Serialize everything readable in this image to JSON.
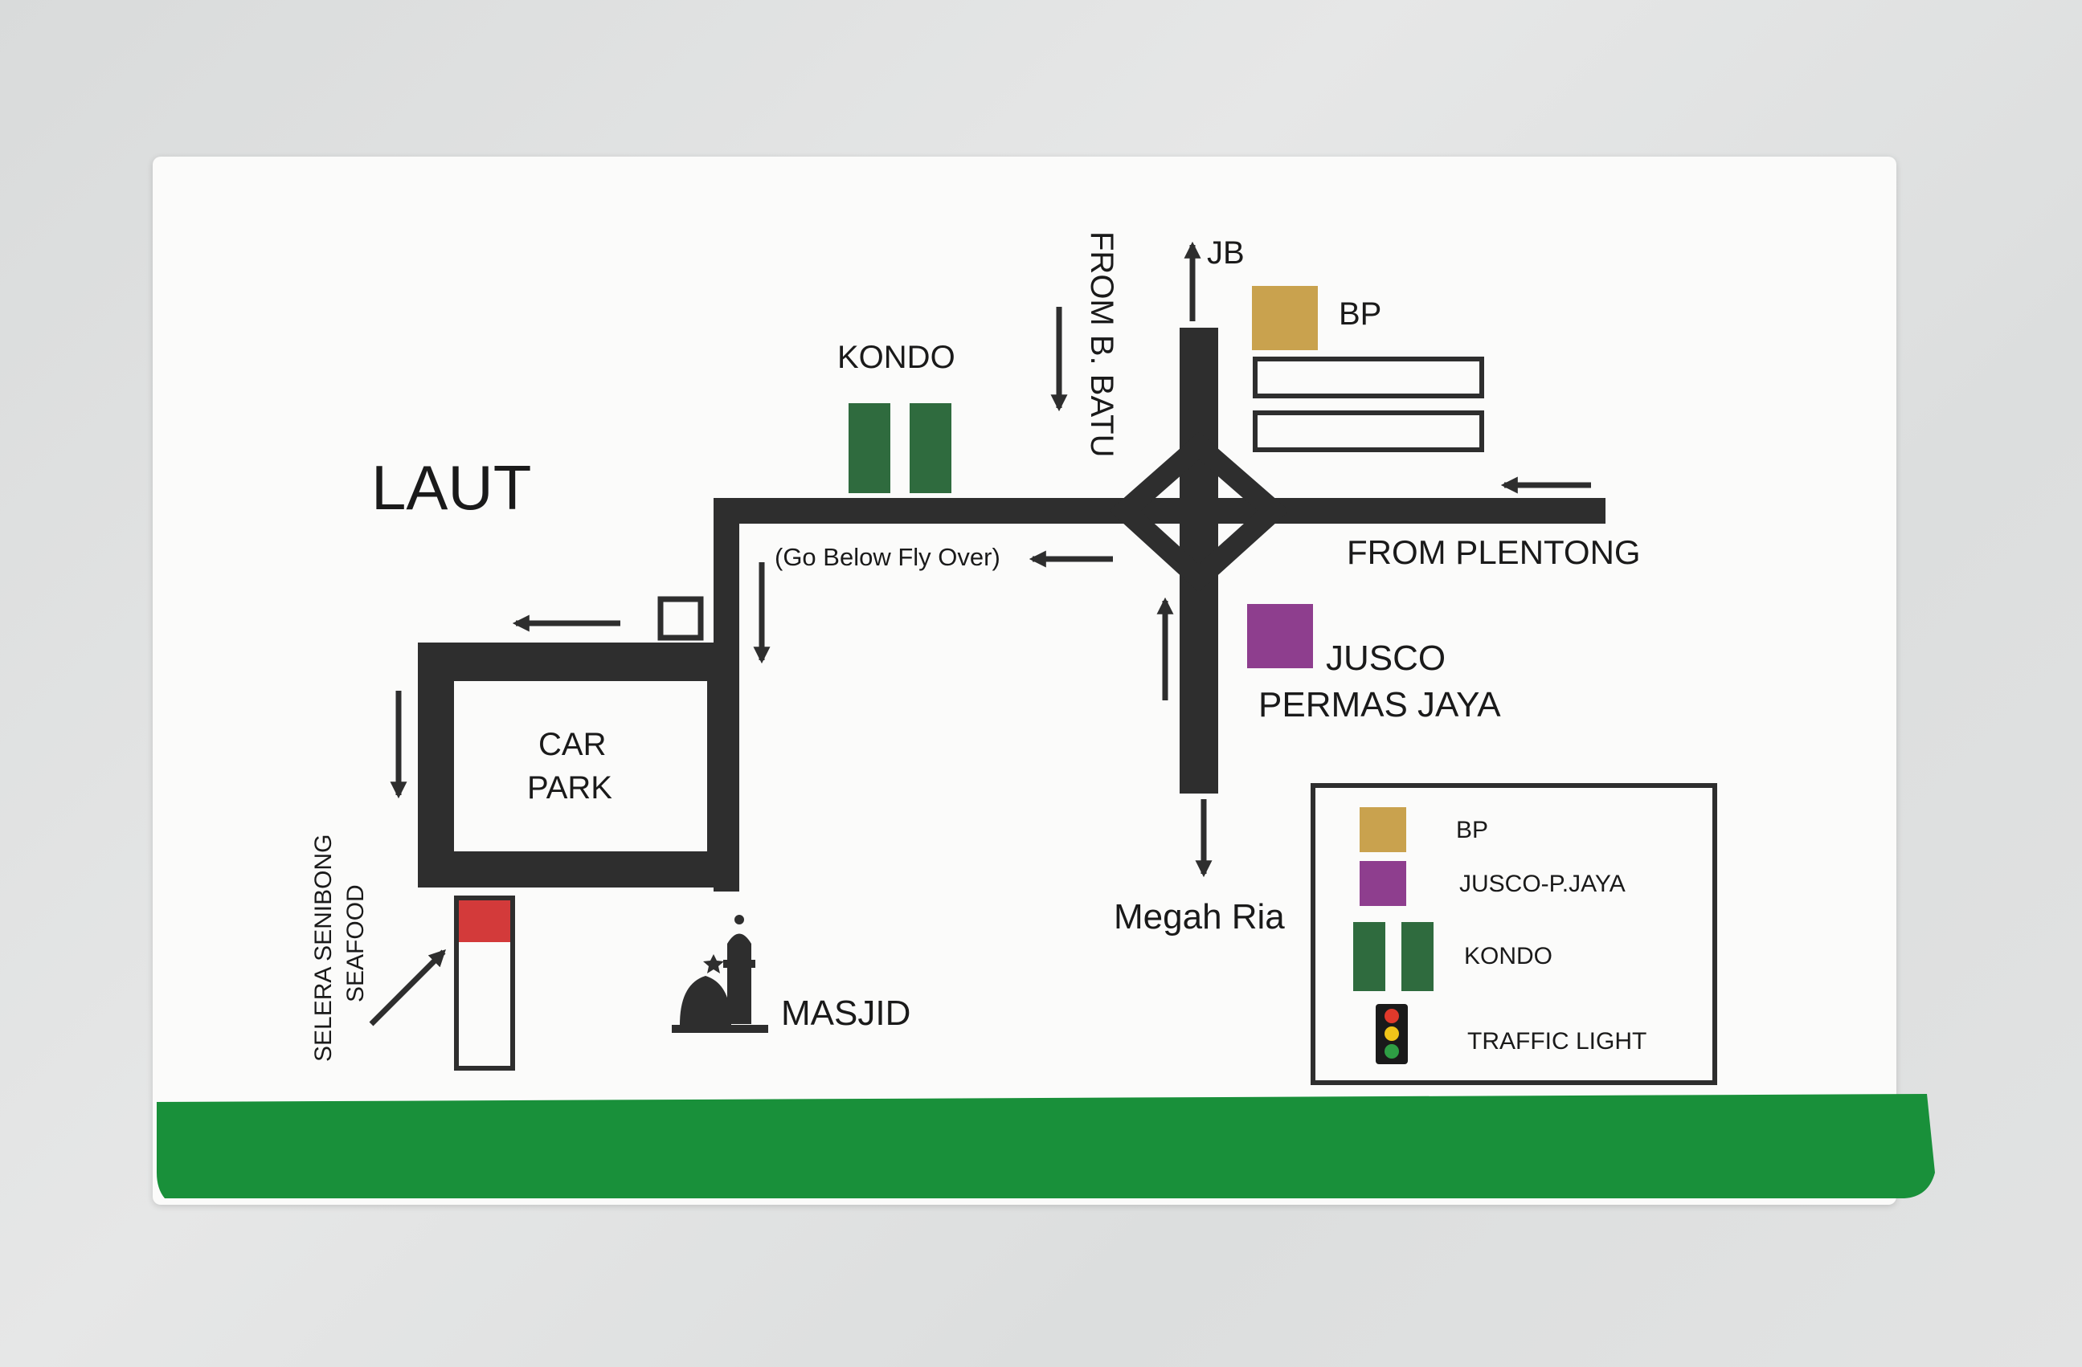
{
  "map": {
    "sea_label": "LAUT",
    "labels": {
      "kondo": "KONDO",
      "from_batu": "FROM B. BATU",
      "jb": "JB",
      "bp": "BP",
      "from_plentong": "FROM PLENTONG",
      "fly_over": "(Go Below Fly Over)",
      "jusco_line1": "JUSCO",
      "jusco_line2": "PERMAS JAYA",
      "car_park_line1": "CAR",
      "car_park_line2": "PARK",
      "megah_ria": "Megah Ria",
      "masjid": "MASJID",
      "selera_line1": "SELERA SENIBONG",
      "selera_line2": "SEAFOOD"
    },
    "legend": {
      "items": [
        {
          "label": "BP",
          "color": "#c9a24e"
        },
        {
          "label": "JUSCO-P.JAYA",
          "color": "#8e3e8e"
        },
        {
          "label": "KONDO",
          "color": "#2f6b3e"
        },
        {
          "label": "TRAFFIC LIGHT",
          "icon": "traffic-light-icon"
        }
      ]
    },
    "colors": {
      "road": "#2e2e2e",
      "bp": "#c9a24e",
      "jusco": "#8e3e8e",
      "kondo": "#2f6b3e",
      "seafood": "#d33a3a",
      "stripe": "#1a8f3a"
    }
  }
}
